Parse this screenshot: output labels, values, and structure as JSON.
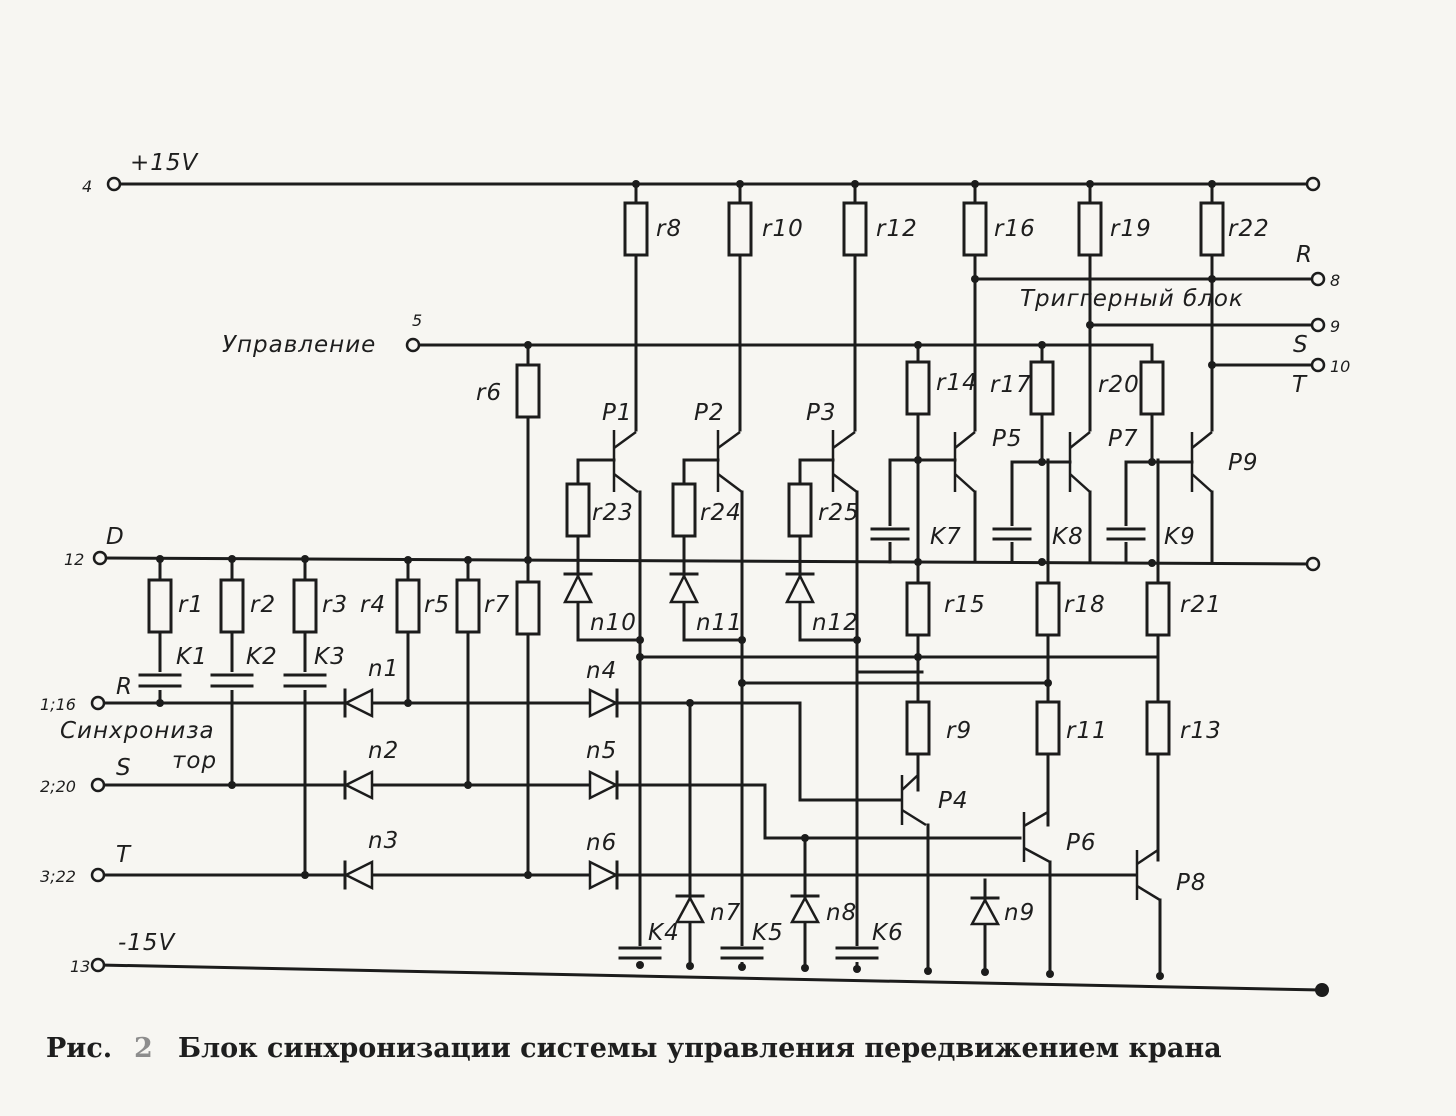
{
  "caption": {
    "prefix": "Рис.",
    "figure_number": "2",
    "text": "Блок синхронизации системы управления передвижением крана"
  },
  "rails": {
    "pos": "+15V",
    "pos_pin": "4",
    "neg": "-15V",
    "neg_pin": "13",
    "d": "D",
    "d_pin": "12"
  },
  "control": {
    "label": "Управление",
    "pin": "5"
  },
  "sync": {
    "label_1": "Синхрониза",
    "label_2": "тор"
  },
  "inputs": [
    {
      "pin": "1;16",
      "name": "R"
    },
    {
      "pin": "2;20",
      "name": "S"
    },
    {
      "pin": "3;22",
      "name": "T"
    }
  ],
  "trigger_block": {
    "label": "Триггерный блок",
    "outputs": [
      {
        "pin": "8",
        "name": "R"
      },
      {
        "pin": "9",
        "name": "S"
      },
      {
        "pin": "10",
        "name": "T"
      }
    ]
  },
  "components": {
    "resistors": [
      "r1",
      "r2",
      "r3",
      "r4",
      "r5",
      "r6",
      "r7",
      "r8",
      "r9",
      "r10",
      "r11",
      "r12",
      "r13",
      "r14",
      "r15",
      "r16",
      "r17",
      "r18",
      "r19",
      "r20",
      "r21",
      "r22",
      "r23",
      "r24",
      "r25"
    ],
    "capacitors": [
      "K1",
      "K2",
      "K3",
      "K4",
      "K5",
      "K6",
      "K7",
      "K8",
      "K9"
    ],
    "diodes": [
      "n1",
      "n2",
      "n3",
      "n4",
      "n5",
      "n6",
      "n7",
      "n8",
      "n9",
      "n10",
      "n11",
      "n12"
    ],
    "transistors": [
      "P1",
      "P2",
      "P3",
      "P4",
      "P5",
      "P6",
      "P7",
      "P8",
      "P9"
    ]
  }
}
